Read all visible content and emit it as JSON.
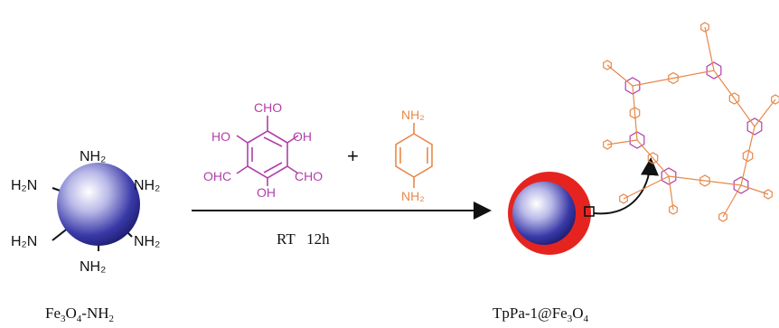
{
  "left_particle": {
    "groups": {
      "top": "NH₂",
      "upper_left": "H₂N",
      "upper_right": "NH₂",
      "lower_left": "H₂N",
      "lower_right": "NH₂",
      "bottom": "NH₂"
    },
    "caption_main": "Fe",
    "caption_sub1": "3",
    "caption_mid": "O",
    "caption_sub2": "4",
    "caption_end": "-NH",
    "caption_sub3": "2"
  },
  "reagent_aldehyde": {
    "cho_top": "CHO",
    "ho_left": "HO",
    "oh_right": "OH",
    "ohc_left": "OHC",
    "cho_right": "CHO",
    "oh_bottom": "OH"
  },
  "plus_sign": "+",
  "reagent_amine": {
    "nh2_top": "NH₂",
    "nh2_bottom": "NH₂"
  },
  "reaction_condition": "RT   12h",
  "product": {
    "caption_main": "TpPa-1@Fe",
    "caption_sub1": "3",
    "caption_mid": "O",
    "caption_sub2": "4"
  },
  "colors": {
    "aldehyde": "#b040a8",
    "amine": "#e8884a",
    "shell": "#e52420",
    "core": "#3a3aa0",
    "black": "#111111"
  }
}
